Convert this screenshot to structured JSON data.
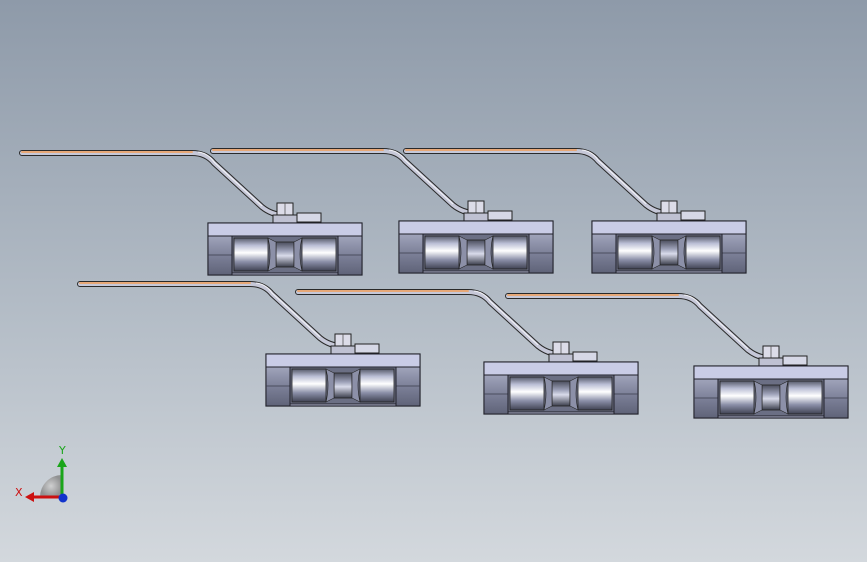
{
  "viewport": {
    "background_top": "#8e9aa9",
    "background_bottom": "#d3d8dd"
  },
  "model": {
    "part": "ball-valve",
    "instance_count": 6,
    "handle_color": "#e7a877",
    "body_color": "#c4c8e4"
  },
  "triad": {
    "x_label": "X",
    "y_label": "Y",
    "x_color": "#cc1111",
    "y_color": "#1aa51a",
    "z_color": "#1133cc"
  }
}
